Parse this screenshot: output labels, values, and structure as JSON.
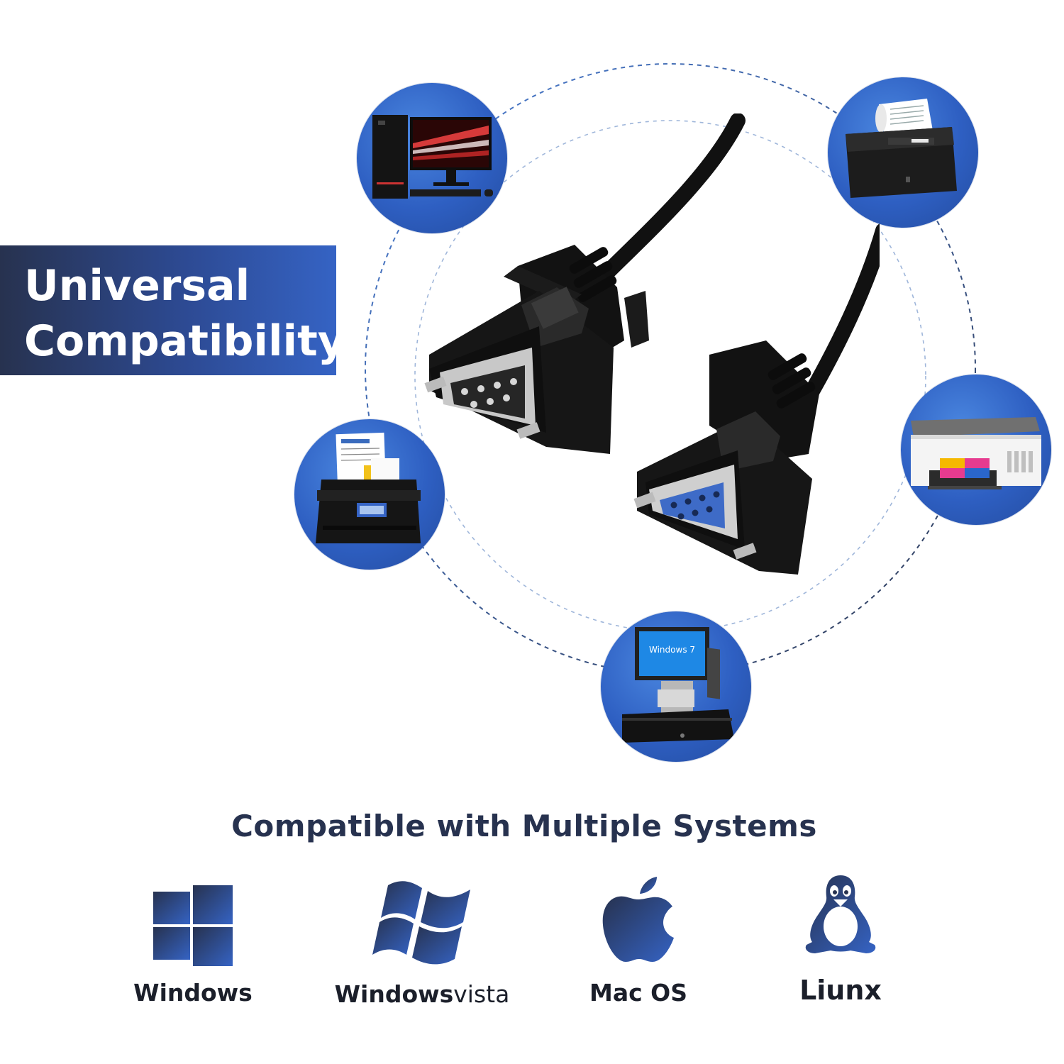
{
  "banner": {
    "line1": "Universal",
    "line2": "Compatibility"
  },
  "devices": [
    {
      "name": "desktop-computer"
    },
    {
      "name": "receipt-printer"
    },
    {
      "name": "document-scanner"
    },
    {
      "name": "inkjet-printer"
    },
    {
      "name": "pos-terminal"
    }
  ],
  "systems": {
    "title": "Compatible with Multiple Systems",
    "items": [
      {
        "icon": "windows-logo-icon",
        "label": "Windows"
      },
      {
        "icon": "windows-vista-logo-icon",
        "label_bold": "Windows",
        "label_light": "vista"
      },
      {
        "icon": "apple-logo-icon",
        "label": "Mac OS"
      },
      {
        "icon": "linux-penguin-icon",
        "label": "Liunx"
      }
    ]
  },
  "colors": {
    "navy": "#27324f",
    "blue": "#2e5fc2",
    "banner_end": "#3563c4"
  }
}
